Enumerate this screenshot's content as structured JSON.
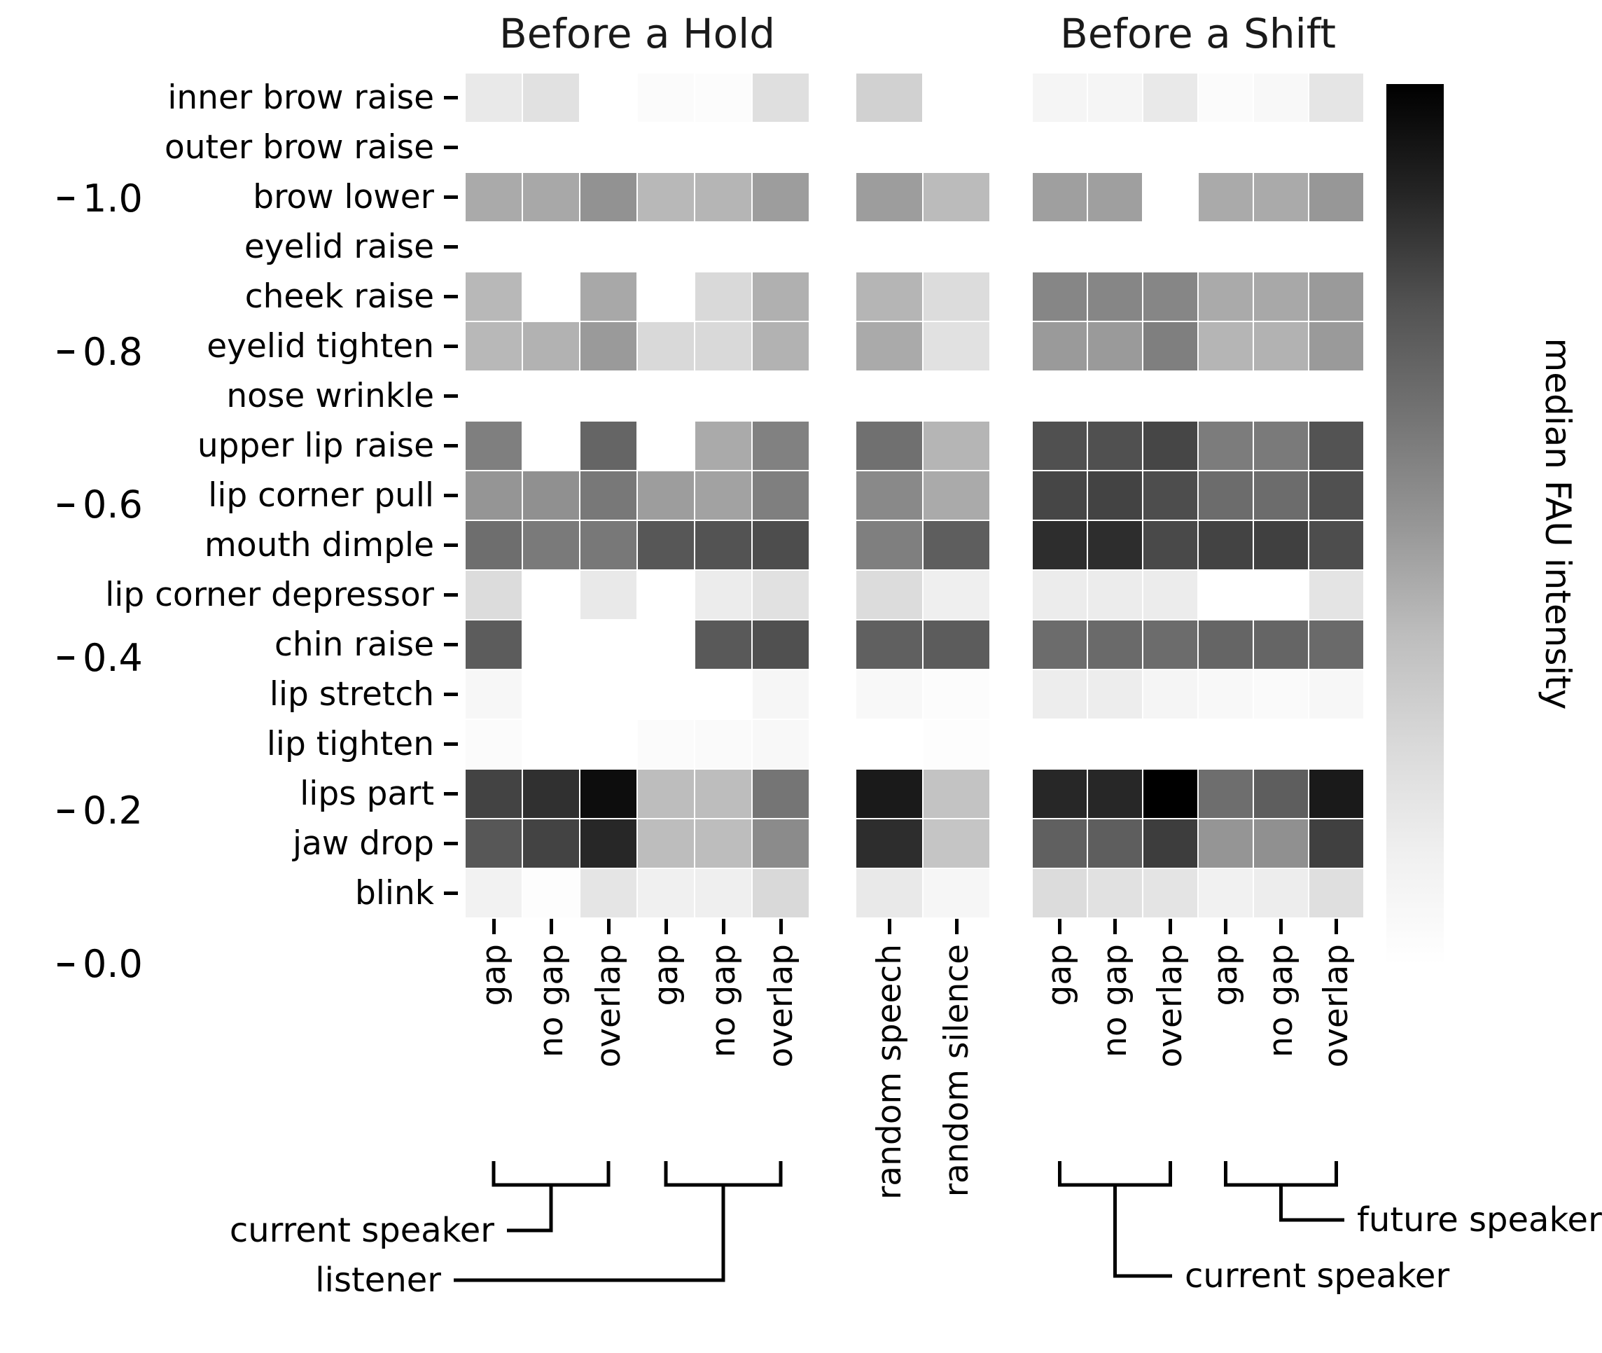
{
  "titles": {
    "hold": "Before a Hold",
    "shift": "Before a Shift"
  },
  "colorbar": {
    "label": "median FAU intensity",
    "ticks": [
      0.0,
      0.2,
      0.4,
      0.6,
      0.8,
      1.0
    ],
    "vmin": 0.0,
    "vmax": 1.15
  },
  "annotations": [
    {
      "label": "current speaker",
      "section": "Before a Hold",
      "columns": [
        0,
        2
      ]
    },
    {
      "label": "listener",
      "section": "Before a Hold",
      "columns": [
        3,
        5
      ]
    },
    {
      "label": "current speaker",
      "section": "Before a Shift",
      "columns": [
        8,
        10
      ]
    },
    {
      "label": "future speaker",
      "section": "Before a Shift",
      "columns": [
        11,
        13
      ]
    }
  ],
  "chart_data": {
    "type": "heatmap",
    "title": "",
    "colormap": "Greys",
    "vmin": 0.0,
    "vmax": 1.15,
    "colorbar_label": "median FAU intensity",
    "rows": [
      "inner brow raise",
      "outer brow raise",
      "brow lower",
      "eyelid raise",
      "cheek raise",
      "eyelid tighten",
      "nose wrinkle",
      "upper lip raise",
      "lip corner pull",
      "mouth dimple",
      "lip corner depressor",
      "chin raise",
      "lip stretch",
      "lip tighten",
      "lips part",
      "jaw drop",
      "blink"
    ],
    "columns": [
      "gap",
      "no gap",
      "overlap",
      "gap",
      "no gap",
      "overlap",
      "random speech",
      "random silence",
      "gap",
      "no gap",
      "overlap",
      "gap",
      "no gap",
      "overlap"
    ],
    "column_sections": [
      {
        "title": "Before a Hold",
        "speaker": "current speaker",
        "columns": [
          0,
          1,
          2
        ]
      },
      {
        "title": "Before a Hold",
        "speaker": "listener",
        "columns": [
          3,
          4,
          5
        ]
      },
      {
        "title": "",
        "speaker": "random",
        "columns": [
          6,
          7
        ]
      },
      {
        "title": "Before a Shift",
        "speaker": "current speaker",
        "columns": [
          8,
          9,
          10
        ]
      },
      {
        "title": "Before a Shift",
        "speaker": "future speaker",
        "columns": [
          11,
          12,
          13
        ]
      }
    ],
    "values": [
      [
        0.19,
        0.24,
        0.0,
        0.04,
        0.03,
        0.25,
        0.33,
        0.0,
        0.1,
        0.1,
        0.19,
        0.04,
        0.07,
        0.21
      ],
      [
        0.0,
        0.0,
        0.0,
        0.0,
        0.0,
        0.0,
        0.0,
        0.0,
        0.0,
        0.0,
        0.0,
        0.0,
        0.0,
        0.0
      ],
      [
        0.5,
        0.51,
        0.59,
        0.45,
        0.46,
        0.55,
        0.55,
        0.44,
        0.54,
        0.54,
        0.0,
        0.5,
        0.5,
        0.57
      ],
      [
        0.0,
        0.0,
        0.0,
        0.0,
        0.0,
        0.0,
        0.0,
        0.0,
        0.0,
        0.0,
        0.0,
        0.0,
        0.0,
        0.0
      ],
      [
        0.45,
        0.0,
        0.51,
        0.0,
        0.29,
        0.48,
        0.46,
        0.27,
        0.64,
        0.64,
        0.64,
        0.5,
        0.51,
        0.56
      ],
      [
        0.45,
        0.47,
        0.56,
        0.29,
        0.29,
        0.47,
        0.5,
        0.24,
        0.56,
        0.56,
        0.67,
        0.46,
        0.47,
        0.56
      ],
      [
        0.0,
        0.0,
        0.0,
        0.0,
        0.0,
        0.0,
        0.0,
        0.0,
        0.0,
        0.0,
        0.0,
        0.0,
        0.0,
        0.0
      ],
      [
        0.67,
        0.0,
        0.78,
        0.0,
        0.5,
        0.66,
        0.73,
        0.46,
        0.87,
        0.87,
        0.9,
        0.68,
        0.69,
        0.86
      ],
      [
        0.58,
        0.6,
        0.7,
        0.55,
        0.53,
        0.67,
        0.63,
        0.5,
        0.9,
        0.91,
        0.88,
        0.75,
        0.75,
        0.87
      ],
      [
        0.74,
        0.69,
        0.7,
        0.84,
        0.86,
        0.88,
        0.67,
        0.81,
        0.98,
        0.98,
        0.89,
        0.91,
        0.92,
        0.88
      ],
      [
        0.27,
        0.0,
        0.19,
        0.0,
        0.17,
        0.24,
        0.27,
        0.15,
        0.17,
        0.17,
        0.17,
        0.0,
        0.0,
        0.22
      ],
      [
        0.82,
        0.0,
        0.0,
        0.0,
        0.83,
        0.87,
        0.8,
        0.82,
        0.75,
        0.76,
        0.75,
        0.78,
        0.78,
        0.76
      ],
      [
        0.08,
        0.0,
        0.0,
        0.0,
        0.0,
        0.09,
        0.07,
        0.03,
        0.16,
        0.16,
        0.1,
        0.07,
        0.05,
        0.08
      ],
      [
        0.04,
        0.0,
        0.0,
        0.04,
        0.05,
        0.07,
        0.0,
        0.02,
        0.0,
        0.0,
        0.0,
        0.0,
        0.0,
        0.0
      ],
      [
        0.91,
        0.97,
        1.1,
        0.43,
        0.43,
        0.71,
        1.05,
        0.4,
        1.0,
        1.0,
        1.15,
        0.74,
        0.81,
        1.05
      ],
      [
        0.84,
        0.91,
        1.0,
        0.43,
        0.43,
        0.62,
        0.98,
        0.39,
        0.8,
        0.81,
        0.93,
        0.58,
        0.6,
        0.92
      ],
      [
        0.12,
        0.02,
        0.21,
        0.14,
        0.15,
        0.29,
        0.19,
        0.09,
        0.27,
        0.24,
        0.22,
        0.13,
        0.16,
        0.25
      ]
    ]
  }
}
